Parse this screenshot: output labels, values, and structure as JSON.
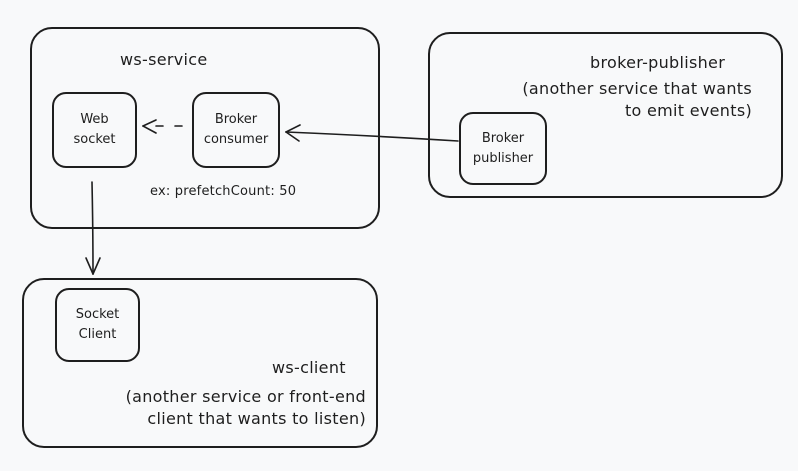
{
  "ws_service": {
    "title": "ws-service",
    "web_socket": "Web\nsocket",
    "broker_consumer": "Broker\nconsumer",
    "note": "ex: prefetchCount: 50"
  },
  "broker_publisher": {
    "title": "broker-publisher",
    "description": "(another service that wants\nto emit events)",
    "node": "Broker\npublisher"
  },
  "ws_client": {
    "title": "ws-client",
    "description": "(another service or front-end\nclient that wants to listen)",
    "node": "Socket\nClient"
  },
  "colors": {
    "stroke": "#1e1e1e",
    "background": "#f8f9fa"
  }
}
